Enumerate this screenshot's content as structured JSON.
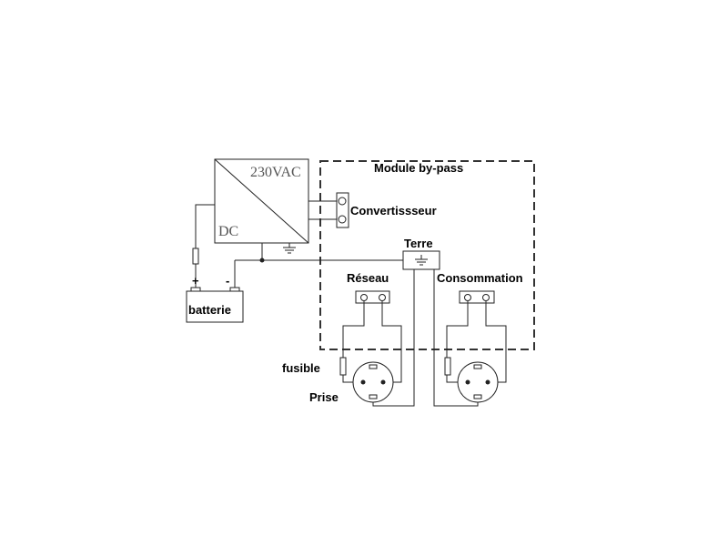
{
  "converter": {
    "ac_label": "230VAC",
    "dc_label": "DC",
    "name": "Convertissseur"
  },
  "battery": {
    "label": "batterie",
    "plus": "+",
    "minus": "-"
  },
  "module": {
    "title": "Module by-pass"
  },
  "labels": {
    "terre": "Terre",
    "reseau": "Réseau",
    "consommation": "Consommation",
    "fusible": "fusible",
    "prise": "Prise"
  },
  "colors": {
    "line": "#222222",
    "serif_text": "#555555"
  }
}
